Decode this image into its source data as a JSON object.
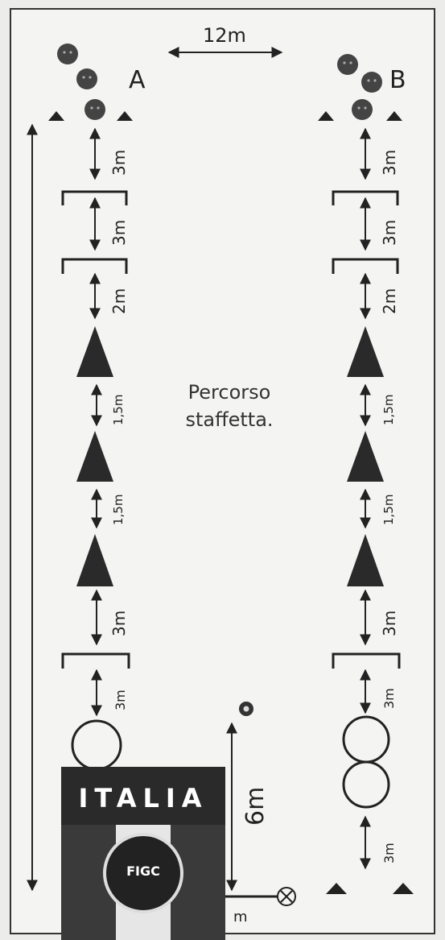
{
  "labels": {
    "top_distance": "12m",
    "team_a": "A",
    "team_b": "B",
    "title_line1": "Percorso",
    "title_line2": "staffetta.",
    "m3": "3m",
    "m2": "2m",
    "m15": "1,5m",
    "m6": "6m",
    "m_bottom": "m"
  },
  "logo": {
    "text": "ITALIA",
    "badge": "FIGC"
  },
  "colors": {
    "ink": "#222222",
    "ball": "#444444",
    "paper": "#f4f4f2"
  }
}
